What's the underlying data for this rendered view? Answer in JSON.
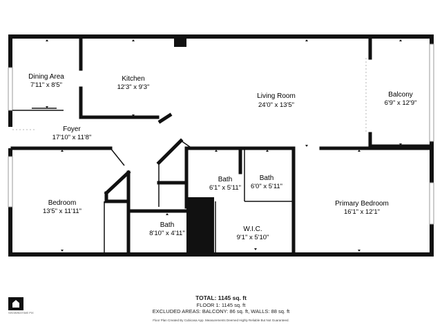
{
  "rooms": [
    {
      "name": "Dining Area",
      "dims": "7'11\" x 8'5\""
    },
    {
      "name": "Kitchen",
      "dims": "12'3\" x 9'3\""
    },
    {
      "name": "Living Room",
      "dims": "24'0\" x 13'5\""
    },
    {
      "name": "Balcony",
      "dims": "6'9\" x 12'9\""
    },
    {
      "name": "Foyer",
      "dims": "17'10\" x 11'8\""
    },
    {
      "name": "Bedroom",
      "dims": "13'5\" x 11'11\""
    },
    {
      "name": "Bath",
      "dims": "6'1\" x 5'11\""
    },
    {
      "name": "Bath",
      "dims": "6'0\" x 5'11\""
    },
    {
      "name": "Primary Bedroom",
      "dims": "16'1\" x 12'1\""
    },
    {
      "name": "W.I.C.",
      "dims": "9'1\" x 5'10\""
    },
    {
      "name": "Bath",
      "dims": "8'10\" x 4'11\""
    }
  ],
  "summary": {
    "total": "TOTAL: 1145 sq. ft",
    "floor": "FLOOR 1: 1145 sq. ft",
    "excluded": "EXCLUDED AREAS: BALCONY: 86 sq. ft, WALLS: 88 sq. ft",
    "disclaimer": "Floor Plan Created By Cubicasa App. Measurements Deemed Highly Reliable But Not Guaranteed."
  },
  "brand": {
    "name": "SHOWINGTIME PIX",
    "icon": "house-logo-icon"
  },
  "colors": {
    "wall": "#111111",
    "background": "#ffffff",
    "glass": "#9a9a9a"
  }
}
